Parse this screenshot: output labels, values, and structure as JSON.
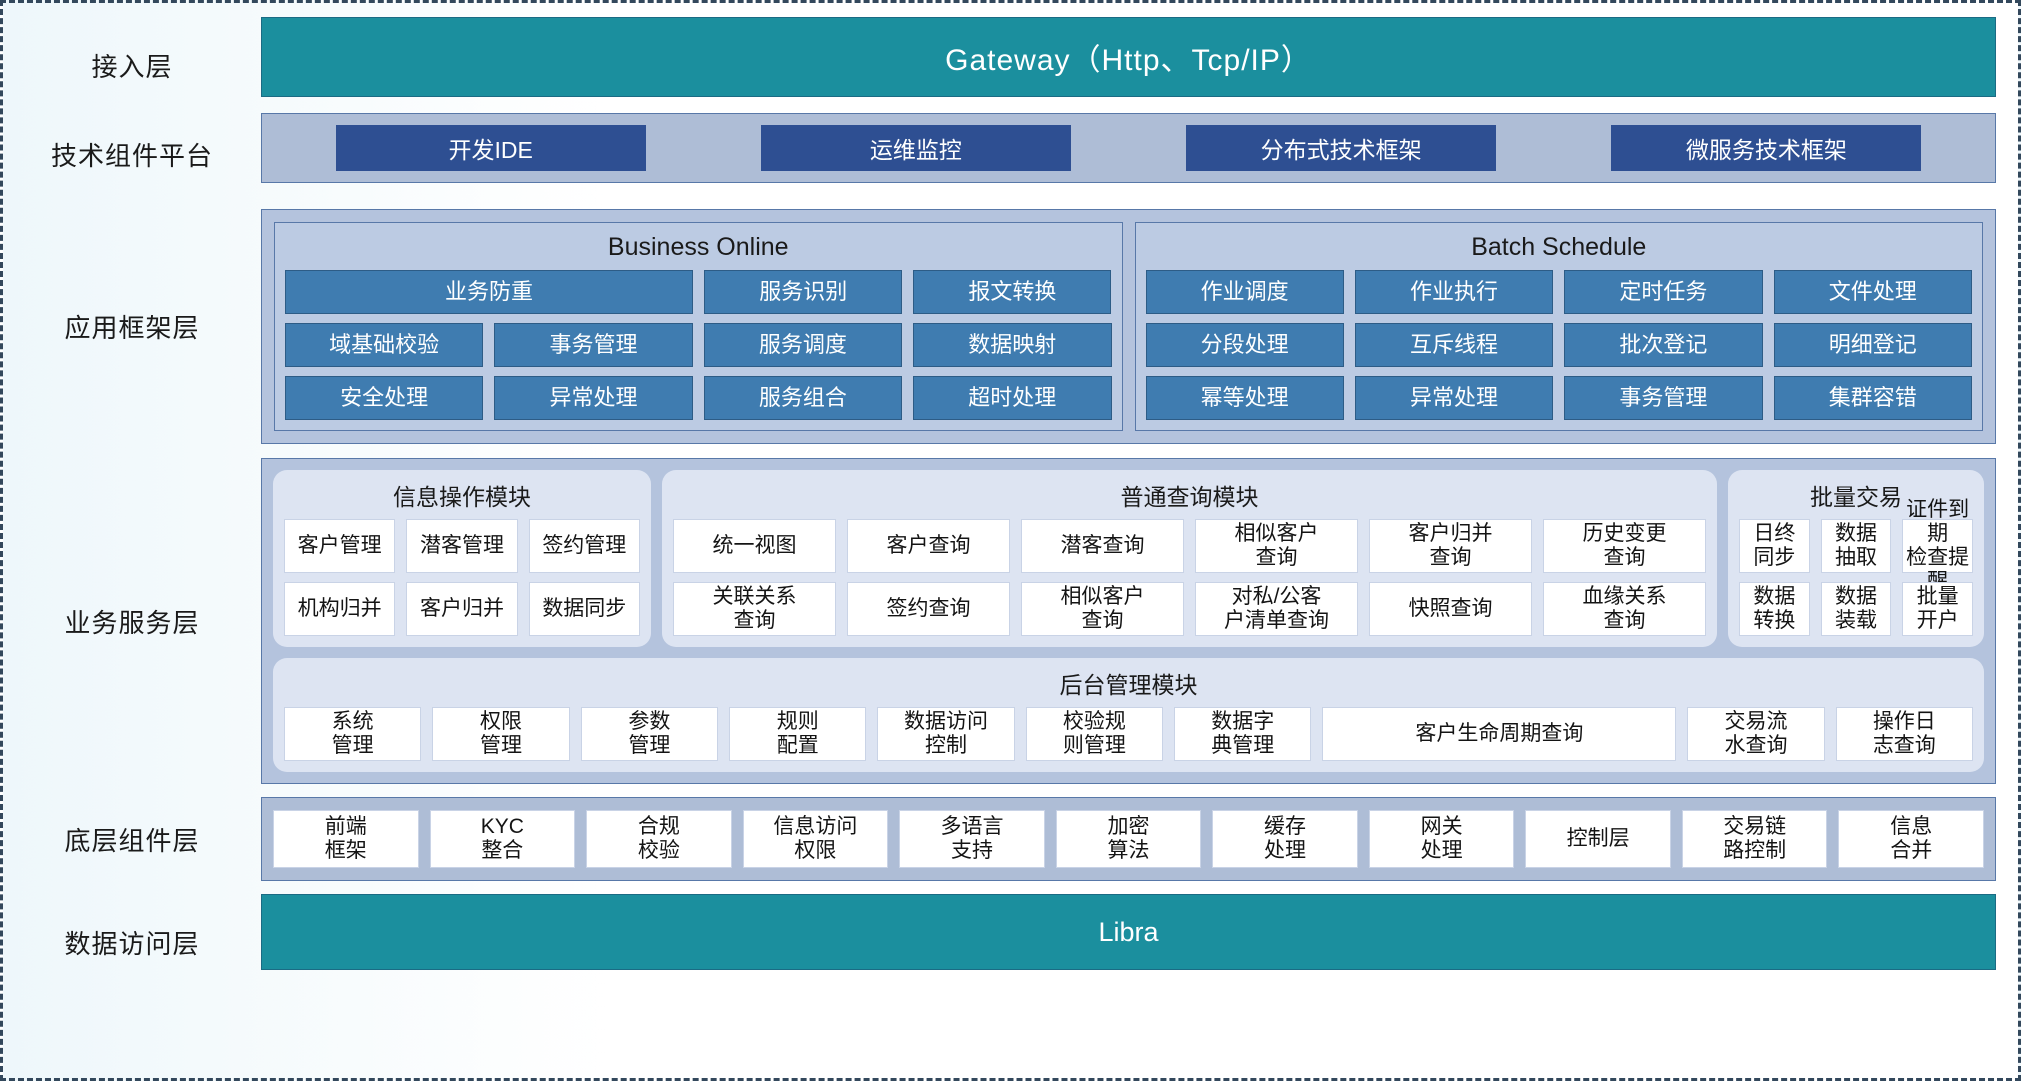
{
  "layers": {
    "access": {
      "label": "接入层",
      "bar": "Gateway（Http、Tcp/IP）"
    },
    "tech": {
      "label": "技术组件平台",
      "chips": [
        "开发IDE",
        "运维监控",
        "分布式技术框架",
        "微服务技术框架"
      ]
    },
    "app": {
      "label": "应用框架层",
      "panels": [
        {
          "title": "Business Online",
          "rows": [
            [
              "业务防重",
              "服务识别",
              "报文转换"
            ],
            [
              "域基础校验",
              "事务管理",
              "服务调度",
              "数据映射"
            ],
            [
              "安全处理",
              "异常处理",
              "服务组合",
              "超时处理"
            ]
          ]
        },
        {
          "title": "Batch Schedule",
          "rows": [
            [
              "作业调度",
              "作业执行",
              "定时任务",
              "文件处理"
            ],
            [
              "分段处理",
              "互斥线程",
              "批次登记",
              "明细登记"
            ],
            [
              "幂等处理",
              "异常处理",
              "事务管理",
              "集群容错"
            ]
          ]
        }
      ]
    },
    "service": {
      "label": "业务服务层",
      "modules": [
        {
          "title": "信息操作模块",
          "rows": [
            [
              "客户管理",
              "潜客管理",
              "签约管理"
            ],
            [
              "机构归并",
              "客户归并",
              "数据同步"
            ]
          ]
        },
        {
          "title": "普通查询模块",
          "rows": [
            [
              "统一视图",
              "客户查询",
              "潜客查询",
              "相似客户\n查询",
              "客户归并\n查询",
              "历史变更\n查询"
            ],
            [
              "关联关系\n查询",
              "签约查询",
              "相似客户\n查询",
              "对私/公客\n户清单查询",
              "快照查询",
              "血缘关系\n查询"
            ]
          ]
        },
        {
          "title": "批量交易",
          "rows": [
            [
              "日终\n同步",
              "数据\n抽取",
              "证件到期\n检查提醒"
            ],
            [
              "数据\n转换",
              "数据\n装载",
              "批量\n开户"
            ]
          ]
        }
      ],
      "admin": {
        "title": "后台管理模块",
        "items": [
          "系统\n管理",
          "权限\n管理",
          "参数\n管理",
          "规则\n配置",
          "数据访问\n控制",
          "校验规\n则管理",
          "数据字\n典管理",
          "客户生命周期查询",
          "交易流\n水查询",
          "操作日\n志查询"
        ]
      }
    },
    "component": {
      "label": "底层组件层",
      "items": [
        "前端\n框架",
        "KYC\n整合",
        "合规\n校验",
        "信息访问\n权限",
        "多语言\n支持",
        "加密\n算法",
        "缓存\n处理",
        "网关\n处理",
        "控制层",
        "交易链\n路控制",
        "信息\n合并"
      ]
    },
    "dataaccess": {
      "label": "数据访问层",
      "bar": "Libra"
    }
  },
  "colors": {
    "teal": "#1b8f9e",
    "dark_blue_chip": "#2e4f92",
    "band_blue": "#b4c3dd",
    "cell_blue": "#3f7cb0",
    "module_bg": "#dde4f2"
  }
}
